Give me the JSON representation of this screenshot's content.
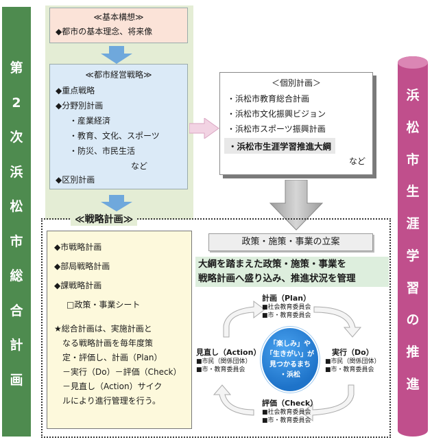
{
  "left_banner": {
    "chars": [
      "第",
      "2",
      "次",
      "浜",
      "松",
      "市",
      "総",
      "合",
      "計",
      "画"
    ],
    "color": "#4e8b4f"
  },
  "right_banner": {
    "chars": [
      "浜",
      "松",
      "市",
      "生",
      "涯",
      "学",
      "習",
      "の",
      "推",
      "進"
    ],
    "color": "#c04f8c"
  },
  "kihon": {
    "title": "≪基本構想≫",
    "item": "◆都市の基本理念、将来像"
  },
  "toshi": {
    "title": "≪都市経営戦略≫",
    "lines": [
      "◆重点戦略",
      "◆分野別計画",
      "・産業経済",
      "・教育、文化、スポーツ",
      "・防災、市民生活",
      "など",
      "◆区別計画"
    ]
  },
  "kobetsu": {
    "title": "＜個別計画＞",
    "items": [
      "・浜松市教育総合計画",
      "・浜松市文化振興ビジョン",
      "・浜松市スポーツ振興計画"
    ],
    "highlight": "・浜松市生涯学習推進大綱",
    "nado": "など"
  },
  "senryaku_label": "≪戦略計画≫",
  "senryaku": {
    "lines": [
      "◆市戦略計画",
      "◆部局戦略計画",
      "◆課戦略計画",
      "□政策・事業シート"
    ],
    "note": [
      "★総合計画は、実施計画と",
      "なる戦略計画を毎年度策",
      "定・評価し、計画（Plan）",
      "－実行（Do）－評価（Check）",
      "－見直し（Action）サイク",
      "ルにより進行管理を行う。"
    ]
  },
  "seisaku_title": "政策・施策・事業の立案",
  "taiko": {
    "line1": "大綱を踏まえた政策・施策・事業を",
    "line2_bold": "戦略計画",
    "line2_rest": "へ盛り込み、推進状況を管理"
  },
  "cycle": {
    "plan": {
      "title": "計画（Plan）",
      "lines": [
        "■社会教育委員会",
        "■市・教育委員会"
      ]
    },
    "do": {
      "title": "実行（Do）",
      "lines": [
        "■市民（関係団体）",
        "■市・教育委員会"
      ]
    },
    "check": {
      "title": "評価（Check）",
      "lines": [
        "■社会教育委員会",
        "■市・教育委員会"
      ]
    },
    "action": {
      "title": "見直し（Action）",
      "lines": [
        "■市民（関係団体）",
        "■市・教育委員会"
      ]
    },
    "center": [
      "「楽しみ」や",
      "「生きがい」が",
      "見つかるまち",
      "・浜松"
    ]
  },
  "colors": {
    "green_panel": "#e4edd5",
    "kihon_bg": "#fbe3d8",
    "toshi_bg": "#dbeaf7",
    "arrow_blue": "#6fa8dc",
    "cream": "#fdf9dc",
    "center_blue": "#1e73c9",
    "taiko_bg": "#ddeedd"
  }
}
